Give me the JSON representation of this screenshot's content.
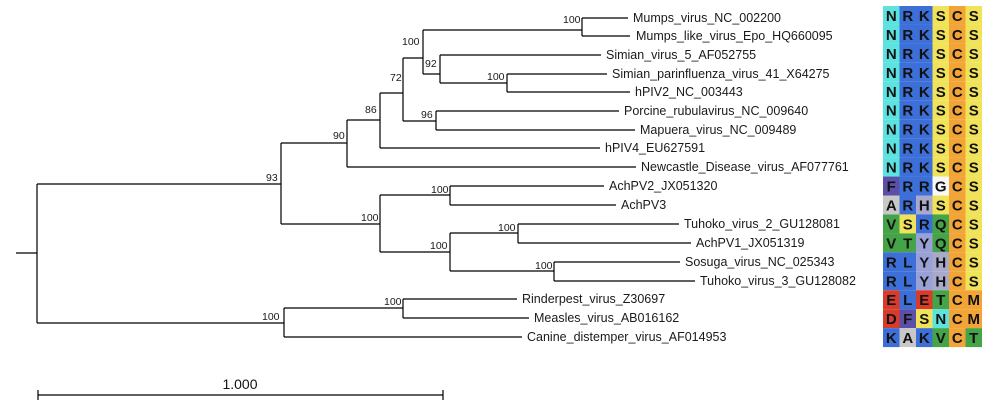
{
  "residue_colors": {
    "N": "#5ce3e0",
    "R": "#3d6fd8",
    "K": "#3d6fd8",
    "S": "#f0e35a",
    "C": "#f2a536",
    "F": "#5b4fa8",
    "G": "#f8f8f8",
    "A": "#c8c8c8",
    "H": "#a9a9cc",
    "V": "#44a447",
    "Q": "#44a447",
    "T": "#44a447",
    "Y": "#9aa1d6",
    "L": "#3d6fd8",
    "E": "#d93b2b",
    "M": "#f2a536",
    "D": "#d93b2b"
  },
  "tree": {
    "taxa": [
      {
        "id": "mumps",
        "label": "Mumps_virus_NC_002200",
        "motif": "NRKSCS"
      },
      {
        "id": "mumps-like",
        "label": "Mumps_like_virus_Epo_HQ660095",
        "motif": "NRKSCS"
      },
      {
        "id": "simian5",
        "label": "Simian_virus_5_AF052755",
        "motif": "NRKSCS"
      },
      {
        "id": "simian41",
        "label": "Simian_parinfluenza_virus_41_X64275",
        "motif": "NRKSCS"
      },
      {
        "id": "hpiv2",
        "label": "hPIV2_NC_003443",
        "motif": "NRKSCS"
      },
      {
        "id": "porcine",
        "label": "Porcine_rubulavirus_NC_009640",
        "motif": "NRKSCS"
      },
      {
        "id": "mapuera",
        "label": "Mapuera_virus_NC_009489",
        "motif": "NRKSCS"
      },
      {
        "id": "hpiv4",
        "label": "hPIV4_EU627591",
        "motif": "NRKSCS"
      },
      {
        "id": "newcastle",
        "label": "Newcastle_Disease_virus_AF077761",
        "motif": "NRKSCS"
      },
      {
        "id": "achpv2",
        "label": "AchPV2_JX051320",
        "motif": "FRRGCS"
      },
      {
        "id": "achpv3",
        "label": "AchPV3",
        "motif": "ARHSCS"
      },
      {
        "id": "tuhoko2",
        "label": "Tuhoko_virus_2_GU128081",
        "motif": "VSRQCS"
      },
      {
        "id": "achpv1",
        "label": "AchPV1_JX051319",
        "motif": "VTYQCS"
      },
      {
        "id": "sosuga",
        "label": "Sosuga_virus_NC_025343",
        "motif": "RLYHCS"
      },
      {
        "id": "tuhoko3",
        "label": "Tuhoko_virus_3_GU128082",
        "motif": "RLYHCS"
      },
      {
        "id": "rinderpest",
        "label": "Rinderpest_virus_Z30697",
        "motif": "ELETCM"
      },
      {
        "id": "measles",
        "label": "Measles_virus_AB016162",
        "motif": "DFSNCM"
      },
      {
        "id": "cdv",
        "label": "Canine_distemper_virus_AF014953",
        "motif": "KAKVCT"
      }
    ],
    "support_values": [
      {
        "node": "mumps+mumps-like",
        "value": "100"
      },
      {
        "node": "simian41+hpiv2",
        "value": "100"
      },
      {
        "node": "simian5+(simian41,hpiv2)",
        "value": "92"
      },
      {
        "node": "mumps-group+simian-group",
        "value": "100"
      },
      {
        "node": "porcine+mapuera",
        "value": "96"
      },
      {
        "node": "rubula-core",
        "value": "72"
      },
      {
        "node": "rubula+hpiv4",
        "value": "86"
      },
      {
        "node": "rubula+newcastle",
        "value": "90"
      },
      {
        "node": "achpv2+achpv3",
        "value": "100"
      },
      {
        "node": "tuhoko2+achpv1",
        "value": "100"
      },
      {
        "node": "sosuga+tuhoko3",
        "value": "100"
      },
      {
        "node": "tuhoko-group",
        "value": "100"
      },
      {
        "node": "achpv-group",
        "value": "100"
      },
      {
        "node": "paramyxo-main",
        "value": "93"
      },
      {
        "node": "rinderpest+measles",
        "value": "100"
      },
      {
        "node": "morbilli",
        "value": "100"
      }
    ]
  },
  "scale_bar": {
    "label": "1.000"
  }
}
